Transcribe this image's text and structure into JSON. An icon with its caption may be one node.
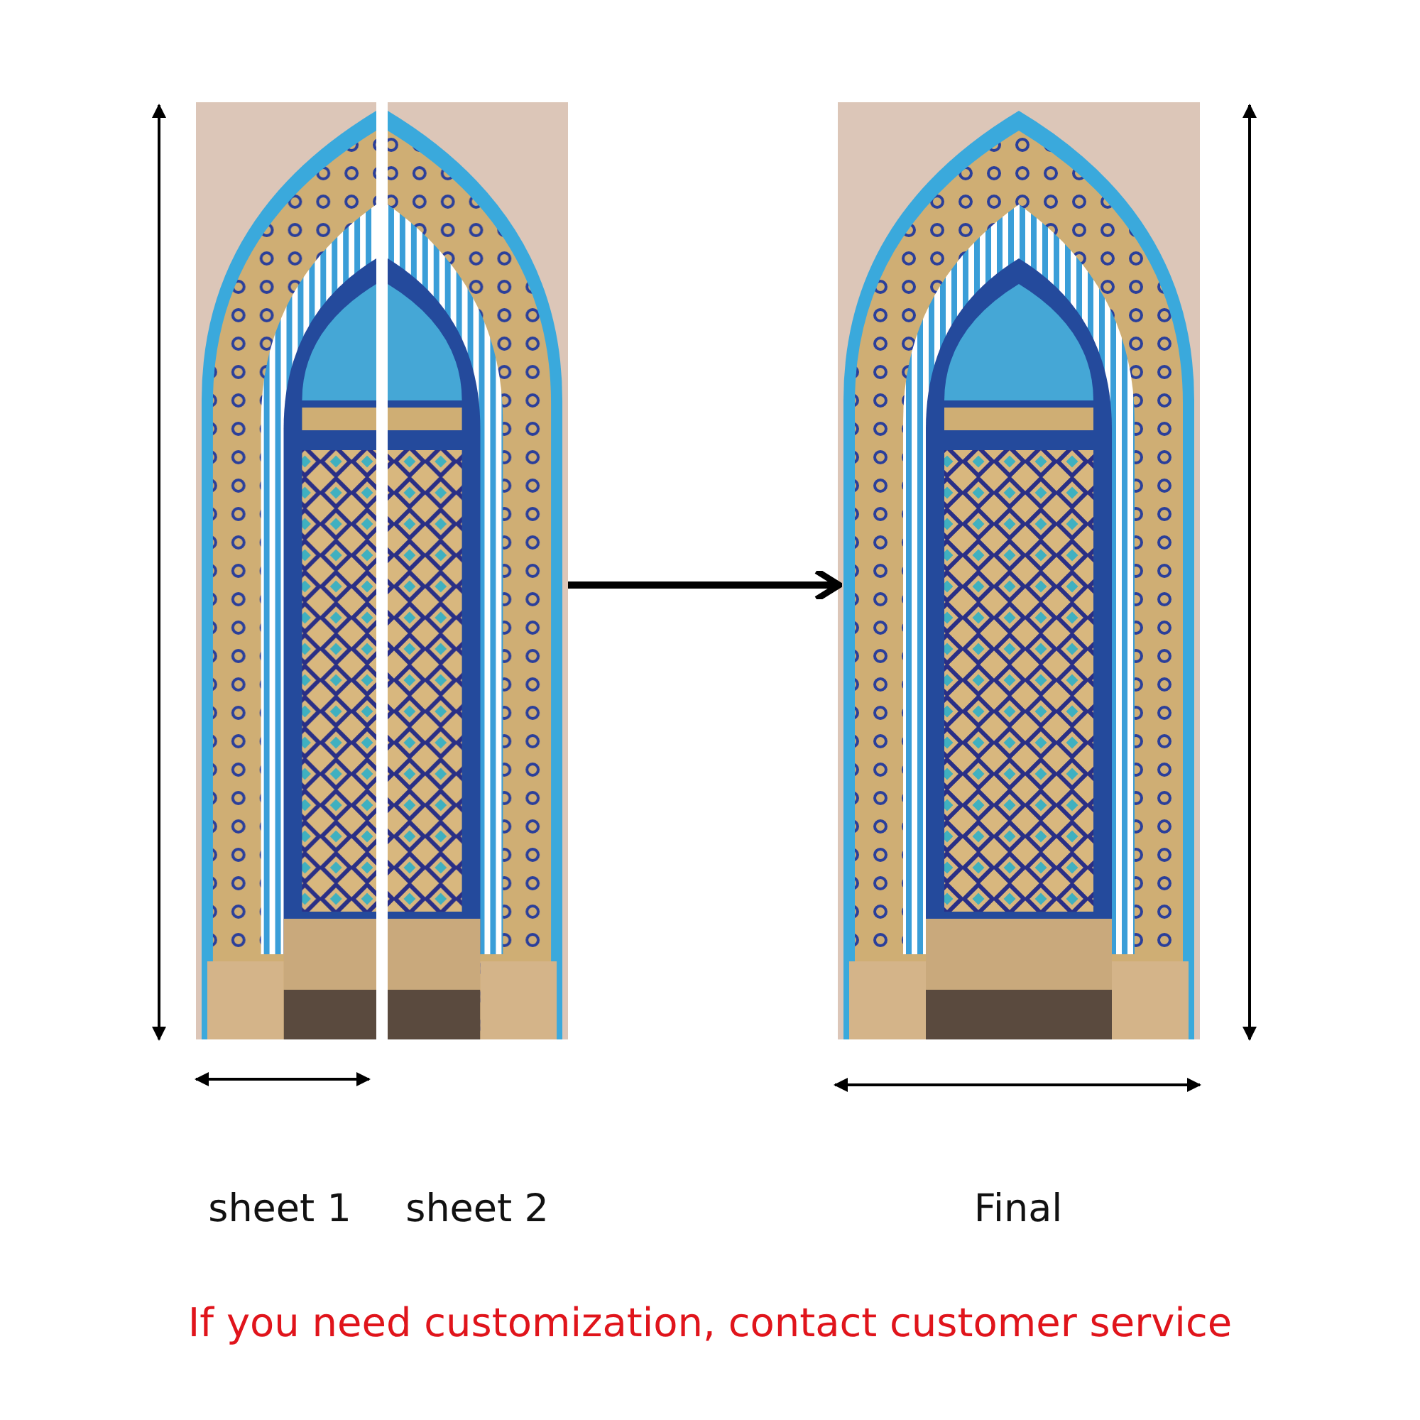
{
  "diagram": {
    "caption": "If you need customization, contact customer service",
    "nodes": [
      {
        "text": [],
        "shape": "picture",
        "beside": [
          "sheet 1"
        ]
      },
      {
        "text": [],
        "shape": "picture",
        "beside": [
          "sheet 2"
        ]
      },
      {
        "text": [],
        "shape": "picture",
        "beside": [
          "Final"
        ]
      }
    ],
    "edges": [
      {
        "from": 1,
        "to": 2,
        "arrow": "to"
      }
    ]
  }
}
